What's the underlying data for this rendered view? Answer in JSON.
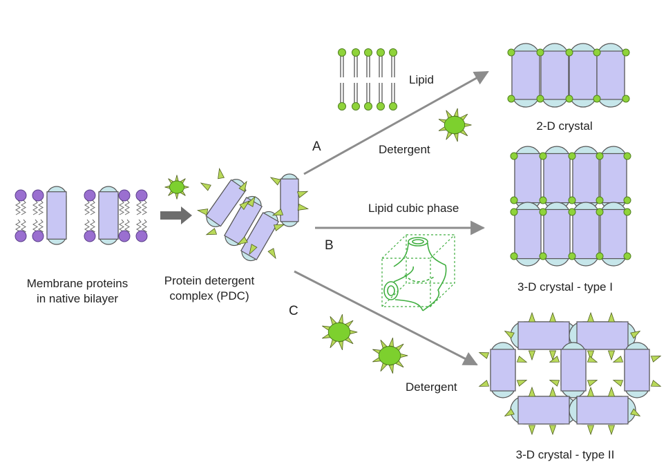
{
  "labels": {
    "membrane_line1": "Membrane proteins",
    "membrane_line2": "in native bilayer",
    "pdc_line1": "Protein detergent",
    "pdc_line2": "complex (PDC)",
    "path_a": "A",
    "path_b": "B",
    "path_c": "C",
    "lipid": "Lipid",
    "detergent_a": "Detergent",
    "lipid_cubic_phase": "Lipid cubic phase",
    "detergent_c": "Detergent",
    "crystal_2d": "2-D crystal",
    "crystal_3d_type1": "3-D crystal - type I",
    "crystal_3d_type2": "3-D crystal - type II"
  },
  "colors": {
    "protein_fill": "#c8c6f4",
    "protein_cap": "#c6e6ea",
    "lipid_head_purple": "#9a6fd0",
    "lipid_head_green": "#8fd33a",
    "detergent_core": "#7dd02e",
    "detergent_spike": "#b9d95a",
    "arrow": "#8c8c8c",
    "cubic_phase": "#3fae3f"
  }
}
